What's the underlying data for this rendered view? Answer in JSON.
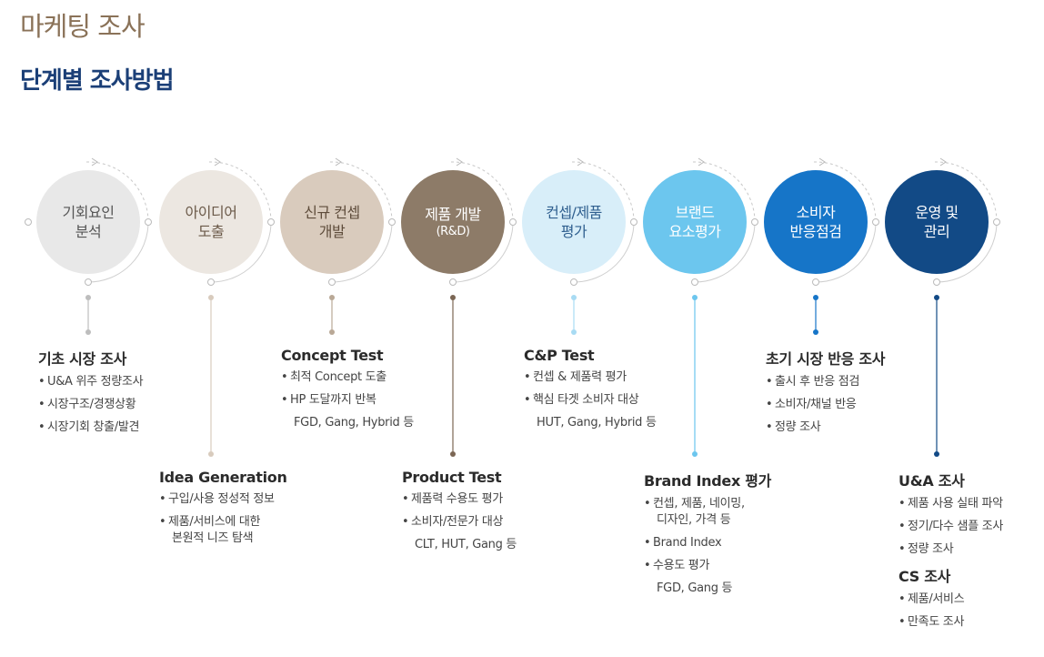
{
  "page": {
    "title": "마케팅 조사",
    "section_title": "단계별 조사방법"
  },
  "steps": [
    {
      "label1": "기회요인",
      "label2": "분석",
      "bg": "#e8e8e8",
      "fg": "#555555"
    },
    {
      "label1": "아이디어",
      "label2": "도출",
      "bg": "#ece7e1",
      "fg": "#6b5a49"
    },
    {
      "label1": "신규 컨셉",
      "label2": "개발",
      "bg": "#d9cbbd",
      "fg": "#5e4c3b"
    },
    {
      "label1": "제품 개발",
      "label2": "(R&D)",
      "bg": "#8d7b68",
      "fg": "#ffffff"
    },
    {
      "label1": "컨셉/제품",
      "label2": "평가",
      "bg": "#d8eef9",
      "fg": "#2f5f8f"
    },
    {
      "label1": "브랜드",
      "label2": "요소평가",
      "bg": "#6cc6ee",
      "fg": "#ffffff"
    },
    {
      "label1": "소비자",
      "label2": "반응점검",
      "bg": "#1675c8",
      "fg": "#ffffff"
    },
    {
      "label1": "운영 및",
      "label2": "관리",
      "bg": "#124a86",
      "fg": "#ffffff"
    }
  ],
  "line_colors": [
    "#bdbdbd",
    "#d8cbbd",
    "#b9a896",
    "#7b6654",
    "#a8dbf3",
    "#6cc6ee",
    "#1675c8",
    "#124a86"
  ],
  "blocks": {
    "b1": {
      "heading": "기초 시장 조사",
      "bullet": "•",
      "items": [
        "U&A 위주 정량조사",
        "시장구조/경쟁상황",
        "시장기회 창출/발견"
      ]
    },
    "b2": {
      "heading": "Idea Generation",
      "bullet": "•",
      "items": [
        "구입/사용 정성적 정보",
        "제품/서비스에 대한",
        "본원적 니즈 탐색"
      ]
    },
    "b3": {
      "heading": "Concept Test",
      "bullet": "•",
      "items": [
        "최적 Concept 도출",
        "HP 도달까지 반복",
        "FGD, Gang, Hybrid 등"
      ]
    },
    "b4": {
      "heading": "Product Test",
      "bullet": "•",
      "items": [
        "제품력 수용도 평가",
        "소비자/전문가 대상",
        "CLT, HUT, Gang 등"
      ]
    },
    "b5": {
      "heading": "C&P Test",
      "bullet": "•",
      "items": [
        "컨셉 & 제품력 평가",
        "핵심 타겟 소비자 대상",
        "HUT, Gang, Hybrid 등"
      ]
    },
    "b6": {
      "heading": "Brand Index 평가",
      "bullet": "•",
      "items": [
        "컨셉, 제품, 네이밍,",
        "디자인, 가격 등",
        "Brand Index",
        "수용도 평가",
        "FGD, Gang 등"
      ]
    },
    "b7": {
      "heading": "초기 시장 반응 조사",
      "bullet": "•",
      "items": [
        "출시 후 반응 점검",
        "소비자/채널 반응",
        "정량 조사"
      ]
    },
    "b8": {
      "heading": "U&A 조사",
      "bullet": "•",
      "items": [
        "제품 사용 실태 파악",
        "정기/다수 샘플 조사",
        "정량 조사"
      ],
      "heading2": "CS 조사",
      "items2": [
        "제품/서비스",
        "만족도 조사"
      ]
    }
  }
}
